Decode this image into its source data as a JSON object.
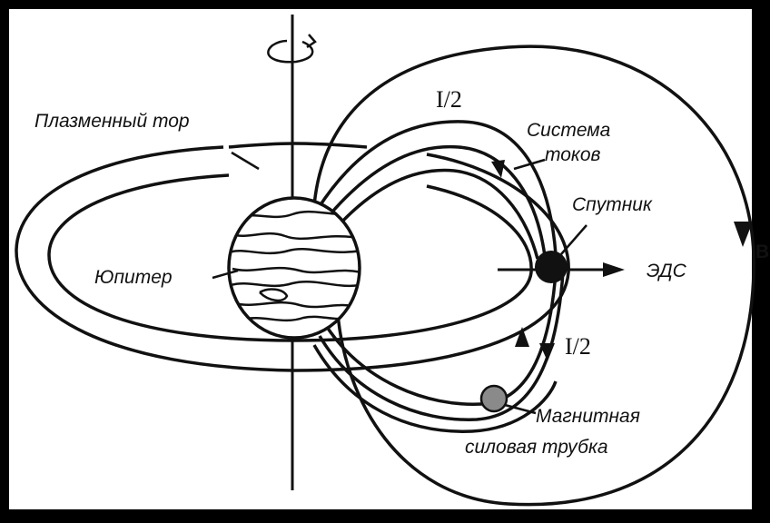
{
  "labels": {
    "plasma_torus": "Плазменный тор",
    "current_upper": "I/2",
    "current_lower": "I/2",
    "current_system_line1": "Система",
    "current_system_line2": "токов",
    "satellite": "Спутник",
    "emf": "ЭДС",
    "field": "B",
    "jupiter": "Юпитер",
    "flux_tube_line1": "Магнитная",
    "flux_tube_line2": "силовая трубка"
  },
  "colors": {
    "frame": "#000000",
    "paper": "#ffffff",
    "ink": "#111111",
    "flux_tube_fill": "#8a8a8a"
  }
}
